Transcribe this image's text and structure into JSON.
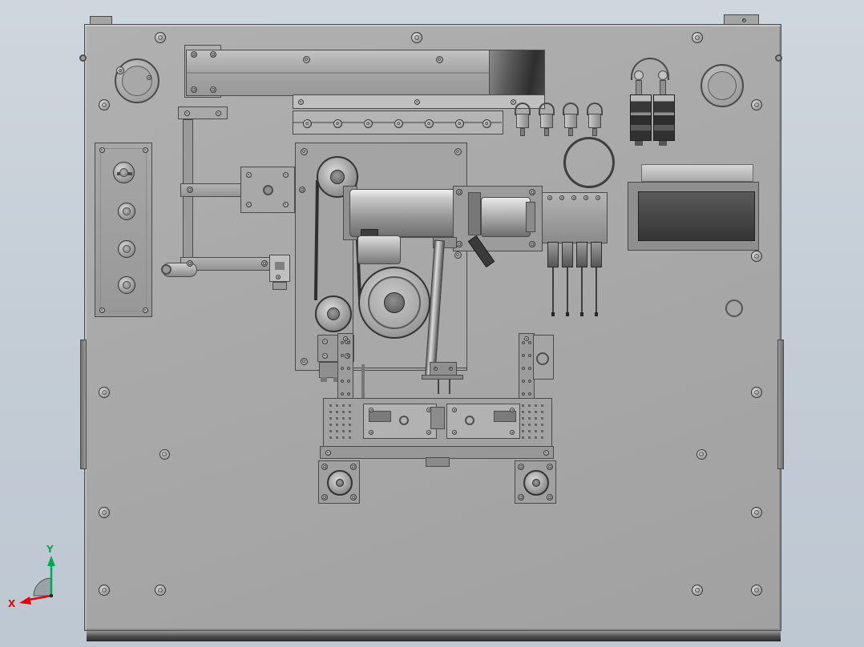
{
  "scene": {
    "description": "3D CAD viewport, top view of a machine base-plate assembly with gantry, pulleys, pneumatic manifold and feeder frame",
    "background_top": "#cfd6de",
    "background_bottom": "#bec8d2",
    "plate_fill": "#a9a9a9",
    "plate_edge_color": "#4a4a4a"
  },
  "axis_triad": {
    "x_label": "X",
    "y_label": "Y",
    "x_color": "#e00000",
    "y_color": "#00a651",
    "origin_fill": "#99a1a9"
  },
  "decor": {
    "screws": [
      [
        200,
        47,
        14
      ],
      [
        520,
        47,
        14
      ],
      [
        870,
        47,
        14
      ],
      [
        130,
        131,
        14
      ],
      [
        944,
        131,
        14
      ],
      [
        130,
        490,
        14
      ],
      [
        944,
        320,
        14
      ],
      [
        944,
        490,
        14
      ],
      [
        130,
        640,
        14
      ],
      [
        944,
        640,
        14
      ],
      [
        130,
        737,
        14
      ],
      [
        944,
        737,
        14
      ],
      [
        200,
        737,
        14
      ],
      [
        870,
        737,
        14
      ],
      [
        205,
        567,
        13
      ],
      [
        875,
        567,
        13
      ],
      [
        127,
        187,
        7
      ],
      [
        181,
        187,
        7
      ],
      [
        127,
        387,
        7
      ],
      [
        181,
        387,
        7
      ],
      [
        150,
        88,
        10
      ],
      [
        186,
        97,
        6
      ],
      [
        242,
        68,
        8
      ],
      [
        266,
        68,
        8
      ],
      [
        242,
        112,
        8
      ],
      [
        266,
        112,
        8
      ],
      [
        382,
        74,
        9
      ],
      [
        548,
        74,
        9
      ],
      [
        233,
        141,
        7
      ],
      [
        272,
        141,
        7
      ],
      [
        375,
        127,
        7
      ],
      [
        520,
        127,
        7
      ],
      [
        640,
        127,
        7
      ],
      [
        383,
        154,
        11
      ],
      [
        421,
        154,
        11
      ],
      [
        459,
        154,
        11
      ],
      [
        497,
        154,
        11
      ],
      [
        535,
        154,
        11
      ],
      [
        573,
        154,
        11
      ],
      [
        607,
        154,
        11
      ],
      [
        237,
        237,
        8
      ],
      [
        377,
        237,
        8
      ],
      [
        237,
        329,
        8
      ],
      [
        330,
        329,
        8
      ],
      [
        310,
        218,
        7
      ],
      [
        356,
        218,
        7
      ],
      [
        310,
        255,
        7
      ],
      [
        356,
        255,
        7
      ],
      [
        379,
        189,
        9
      ],
      [
        571,
        189,
        9
      ],
      [
        379,
        451,
        9
      ],
      [
        571,
        318,
        9
      ],
      [
        573,
        240,
        8
      ],
      [
        664,
        240,
        8
      ],
      [
        573,
        305,
        8
      ],
      [
        664,
        305,
        8
      ],
      [
        686,
        247,
        6
      ],
      [
        701,
        247,
        6
      ],
      [
        716,
        247,
        6
      ],
      [
        731,
        247,
        6
      ],
      [
        746,
        247,
        6
      ],
      [
        405,
        426,
        7
      ],
      [
        433,
        426,
        7
      ],
      [
        405,
        444,
        7
      ],
      [
        433,
        444,
        7
      ],
      [
        347,
        346,
        6
      ],
      [
        543,
        460,
        5
      ],
      [
        562,
        460,
        5
      ],
      [
        431,
        423,
        6
      ],
      [
        657,
        423,
        6
      ],
      [
        463,
        512,
        6
      ],
      [
        535,
        512,
        6
      ],
      [
        463,
        540,
        6
      ],
      [
        535,
        540,
        6
      ],
      [
        567,
        512,
        6
      ],
      [
        639,
        512,
        6
      ],
      [
        567,
        540,
        6
      ],
      [
        639,
        540,
        6
      ],
      [
        409,
        565,
        7
      ],
      [
        681,
        565,
        7
      ],
      [
        405,
        583,
        8
      ],
      [
        441,
        583,
        8
      ],
      [
        405,
        621,
        8
      ],
      [
        441,
        621,
        8
      ],
      [
        650,
        583,
        8
      ],
      [
        686,
        583,
        8
      ],
      [
        650,
        621,
        8
      ],
      [
        686,
        621,
        8
      ],
      [
        928,
        25,
        5
      ]
    ],
    "frame_rail_holes": {
      "xs": [
        427,
        435,
        653,
        661
      ],
      "ys": [
        428,
        444,
        460,
        476,
        492
      ]
    },
    "plate_grid_holes": {
      "xs": [
        412,
        420,
        428,
        436,
        652,
        660,
        668,
        676
      ],
      "ys": [
        506,
        514,
        522,
        530,
        538,
        546
      ]
    },
    "misc_holes": [
      [
        103,
        72,
        9
      ],
      [
        971,
        72,
        9
      ]
    ],
    "needle_xs": [
      690,
      708,
      726,
      744
    ],
    "fitting_xs": [
      652,
      682,
      712,
      742
    ]
  }
}
